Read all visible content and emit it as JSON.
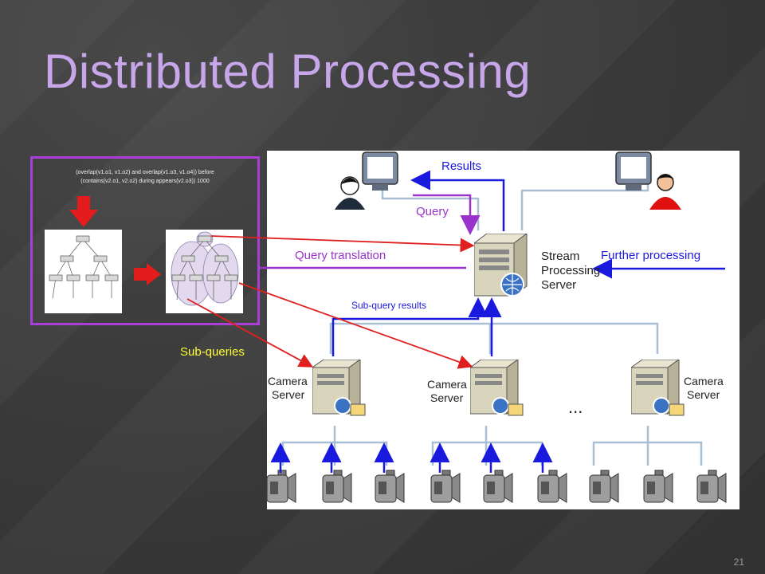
{
  "slide": {
    "title": "Distributed Processing",
    "page_number": "21"
  },
  "query_box": {
    "expression": "(overlap(v1.o1, v1.o2) and overlap(v1.o3, v1.o4)) before\n(contains(v2.o1, v2.o2) during appears(v2.o3)) 1000"
  },
  "labels": {
    "results": "Results",
    "query": "Query",
    "query_translation": "Query translation",
    "further_processing": "Further processing",
    "sub_query_results": "Sub-query results",
    "sub_queries": "Sub-queries",
    "stream_server_line1": "Stream",
    "stream_server_line2": "Processing",
    "stream_server_line3": "Server",
    "camera_server_line1": "Camera",
    "camera_server_line2": "Server",
    "ellipsis": "..."
  },
  "colors": {
    "title": "#c7a7ea",
    "query_box_border": "#a83fd6",
    "results_arrow": "#1a1adf",
    "query_arrow": "#9933cc",
    "sub_queries_arrow": "#e02020",
    "sub_queries_label": "#ffff33",
    "network_line": "#a9bfd6"
  }
}
